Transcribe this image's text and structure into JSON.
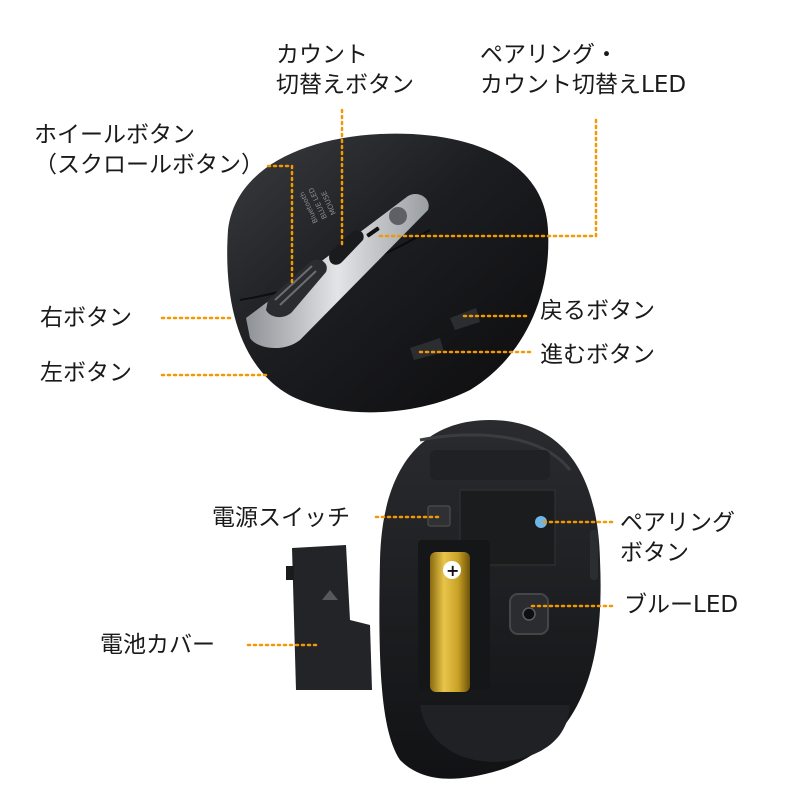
{
  "top": {
    "labels": {
      "count_switch": [
        "カウント",
        "切替えボタン"
      ],
      "pairing_led": [
        "ペアリング・",
        "カウント切替えLED"
      ],
      "wheel": [
        "ホイールボタン",
        "（スクロールボタン）"
      ],
      "right_button": "右ボタン",
      "left_button": "左ボタン",
      "back_button": "戻るボタン",
      "forward_button": "進むボタン"
    },
    "mouse_print": [
      "Bluetooth",
      "BLUE LED",
      "MOUSE"
    ]
  },
  "bottom": {
    "labels": {
      "power_switch": "電源スイッチ",
      "battery_cover": "電池カバー",
      "pairing_button": [
        "ペアリング",
        "ボタン"
      ],
      "blue_led": "ブルーLED"
    },
    "battery_mark": "+"
  },
  "colors": {
    "leader": "#f39800",
    "mouse_body": "#1b1c1e",
    "silver": "#b7babd",
    "battery_gold": "#c9a227",
    "pairing_dot": "#6fb6e6"
  }
}
